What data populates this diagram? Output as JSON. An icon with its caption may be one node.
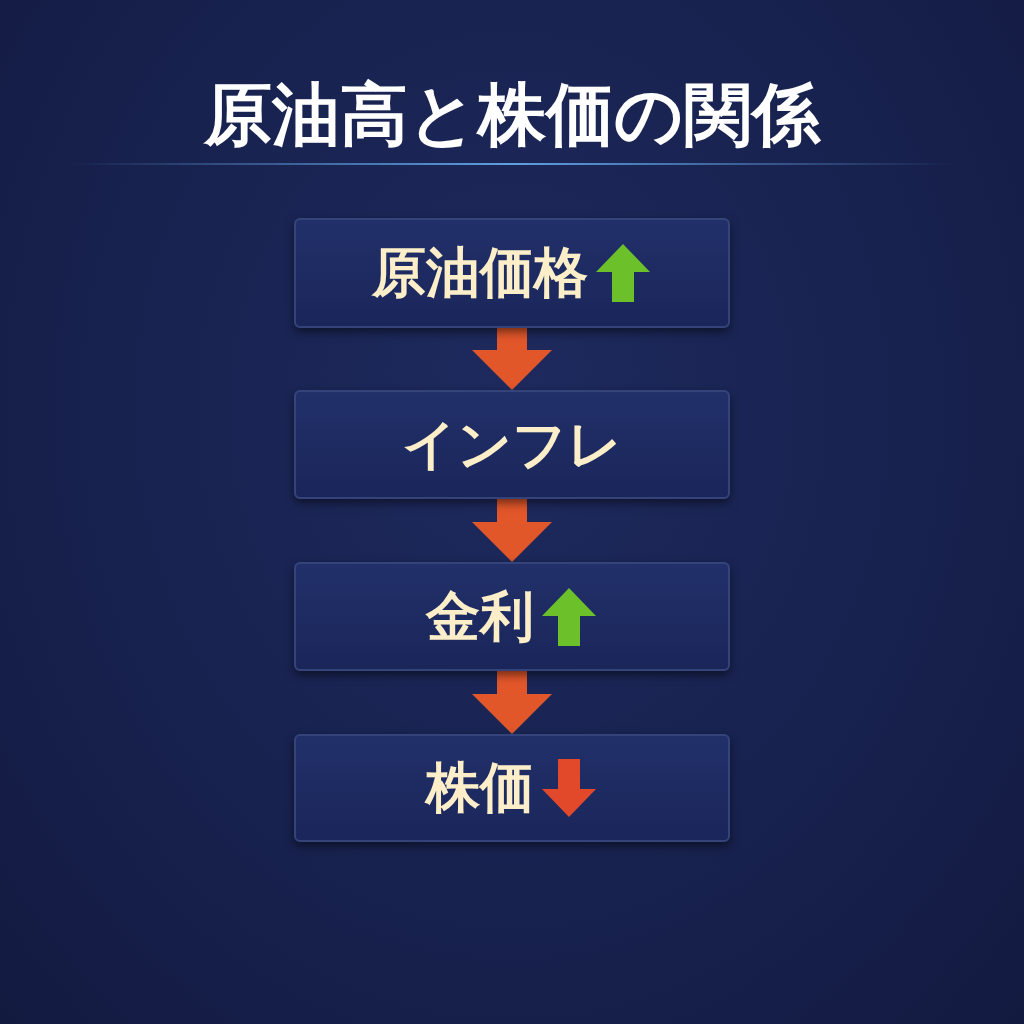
{
  "diagram": {
    "title": "原油高と株価の関係",
    "nodes": [
      {
        "text": [
          "原油価格"
        ]
      },
      {
        "text": [
          "インフレ"
        ]
      },
      {
        "text": [
          "金利"
        ]
      },
      {
        "text": [
          "株価"
        ]
      }
    ],
    "edges": [
      {
        "from": 0,
        "to": 1,
        "arrow": "to",
        "color": "#e2572a"
      },
      {
        "from": 1,
        "to": 2,
        "arrow": "to",
        "color": "#e2572a"
      },
      {
        "from": 2,
        "to": 3,
        "arrow": "to",
        "color": "#e2572a"
      }
    ]
  }
}
